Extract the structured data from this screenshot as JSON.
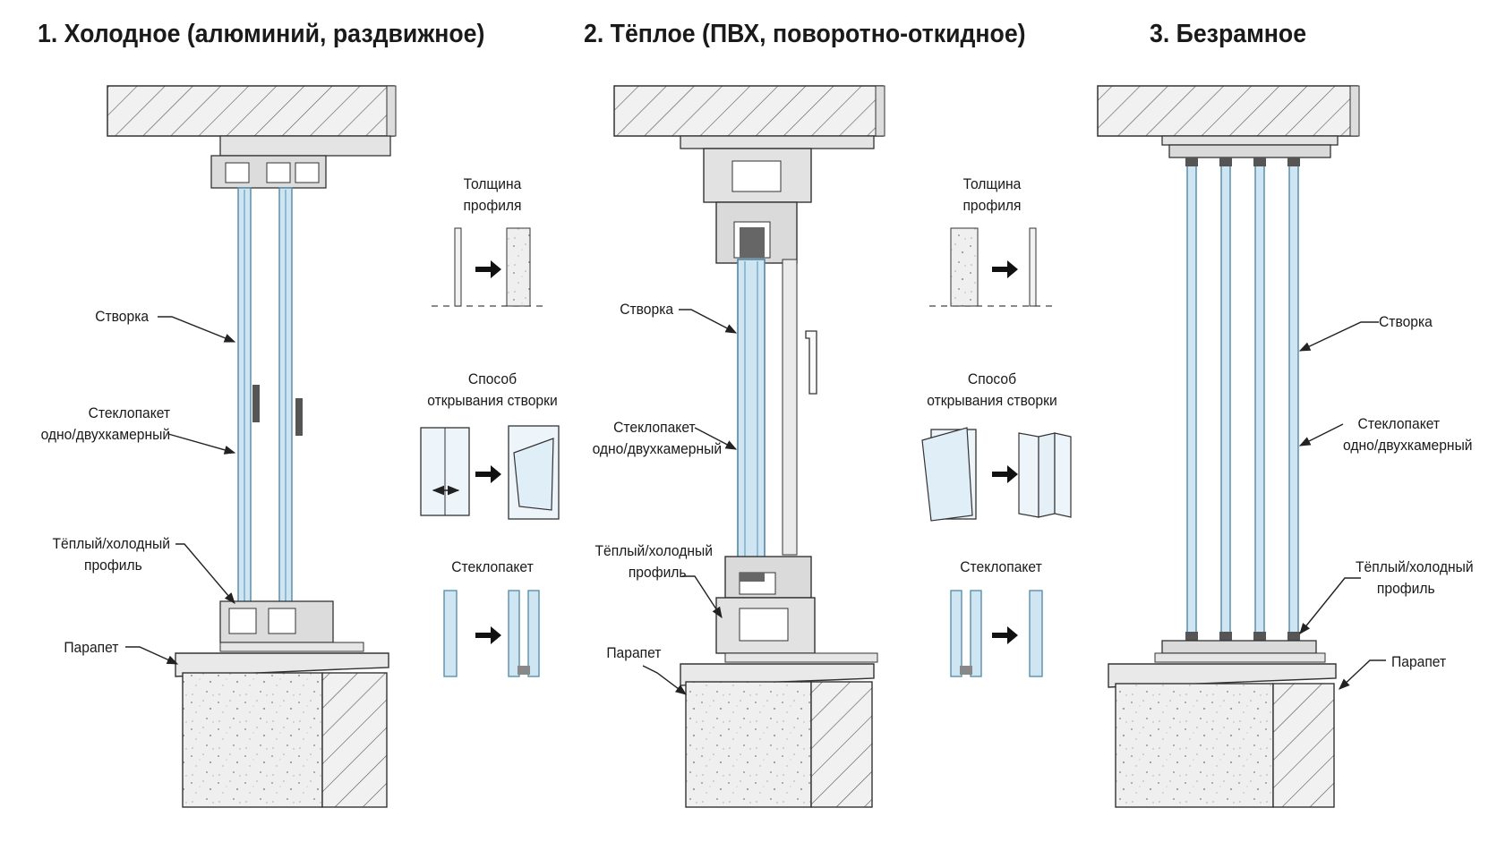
{
  "sections": [
    {
      "title": "1. Холодное (алюминий, раздвижное)",
      "labels": {
        "sash": "Створка",
        "glass": [
          "Стеклопакет",
          "одно/двухкамерный"
        ],
        "profile": [
          "Тёплый/холодный",
          "профиль"
        ],
        "parapet": "Парапет"
      }
    },
    {
      "title": "2. Тёплое (ПВХ, поворотно-откидное)",
      "labels": {
        "sash": "Створка",
        "glass": [
          "Стеклопакет",
          "одно/двухкамерный"
        ],
        "profile": [
          "Тёплый/холодный",
          "профиль"
        ],
        "parapet": "Парапет"
      }
    },
    {
      "title": "3. Безрамное",
      "labels": {
        "sash": "Створка",
        "glass": [
          "Стеклопакет",
          "одно/двухкамерный"
        ],
        "profile": [
          "Тёплый/холодный",
          "профиль"
        ],
        "parapet": "Парапет"
      }
    }
  ],
  "comparisons": [
    {
      "thickness": [
        "Толщина",
        "профиля"
      ],
      "opening": [
        "Способ",
        "открывания створки"
      ],
      "glazing": "Стеклопакет"
    },
    {
      "thickness": [
        "Толщина",
        "профиля"
      ],
      "opening": [
        "Способ",
        "открывания створки"
      ],
      "glazing": "Стеклопакет"
    }
  ],
  "colors": {
    "line": "#2b2b2b",
    "glass": "#cfe6f2",
    "glass_edge": "#6fa6c4",
    "concrete": "#eeeeee",
    "profile": "#d9d9d9"
  }
}
